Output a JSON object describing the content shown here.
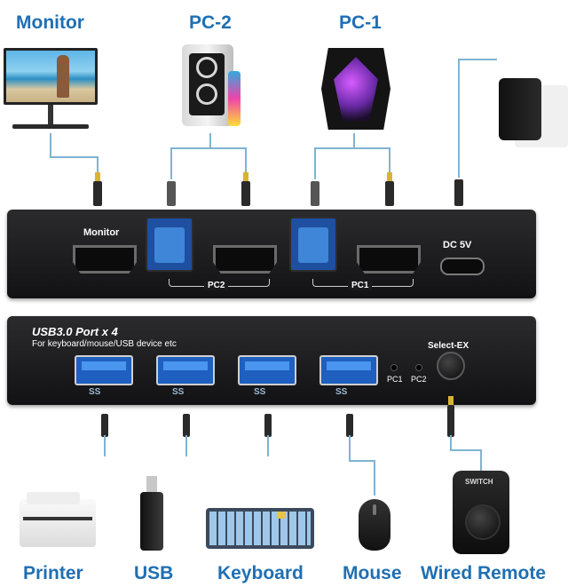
{
  "top_labels": {
    "monitor": "Monitor",
    "pc2": "PC-2",
    "pc1": "PC-1"
  },
  "back_panel": {
    "monitor_port_label": "Monitor",
    "dc_label": "DC 5V",
    "pc2_group_label": "PC2",
    "pc1_group_label": "PC1"
  },
  "front_panel": {
    "title": "USB3.0 Port x 4",
    "subtitle": "For keyboard/mouse/USB device etc",
    "usb_port_mark": "SS",
    "led_pc1": "PC1",
    "led_pc2": "PC2",
    "select_button_label": "Select-EX"
  },
  "remote": {
    "button_text": "SWITCH"
  },
  "bottom_labels": {
    "printer": "Printer",
    "usb": "USB",
    "keyboard": "Keyboard",
    "mouse": "Mouse",
    "wired_remote": "Wired Remote"
  },
  "colors": {
    "label_blue": "#1f6fb3",
    "wire_blue": "#7fb3d3",
    "panel_dark": "#1c1c1e",
    "usb_blue": "#1f5fbf"
  }
}
